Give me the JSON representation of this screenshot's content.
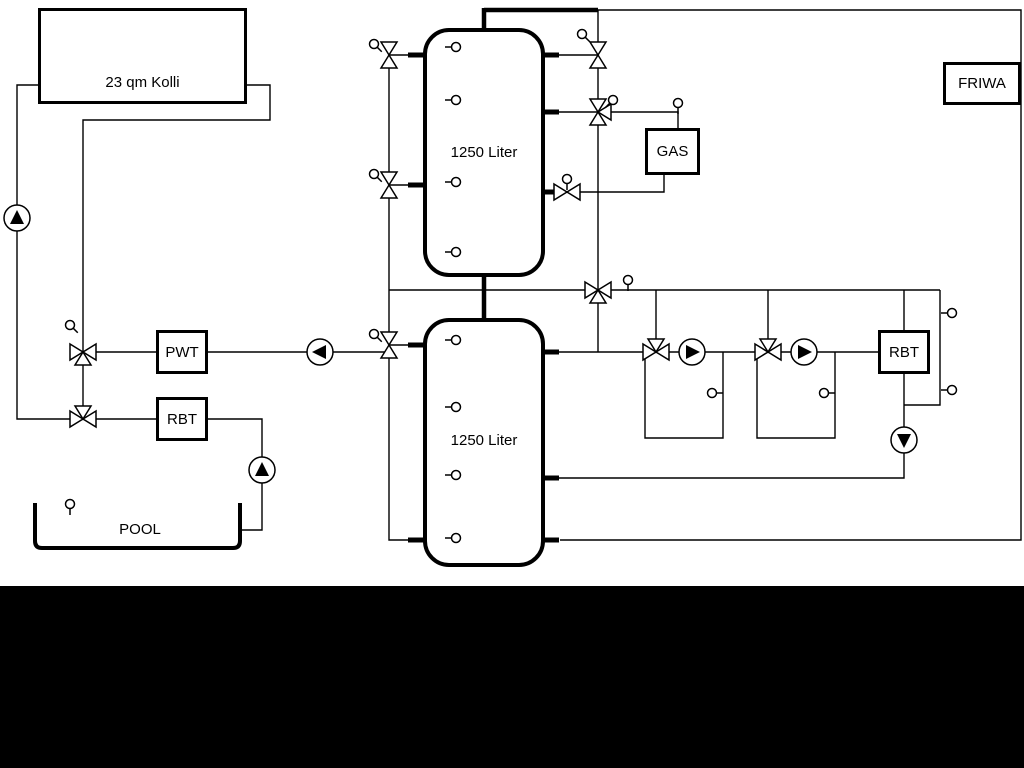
{
  "diagram": {
    "collector": {
      "label": "23 qm Kolli"
    },
    "upper_tank": {
      "label": "1250 Liter"
    },
    "lower_tank": {
      "label": "1250 Liter"
    },
    "gas": {
      "label": "GAS"
    },
    "friwa": {
      "label": "FRIWA"
    },
    "pwt": {
      "label": "PWT"
    },
    "rbt_left": {
      "label": "RBT"
    },
    "rbt_right": {
      "label": "RBT"
    },
    "pool": {
      "label": "POOL"
    },
    "colors": {
      "line": "#000000",
      "background": "#ffffff",
      "mask_bar": "#000000"
    }
  }
}
